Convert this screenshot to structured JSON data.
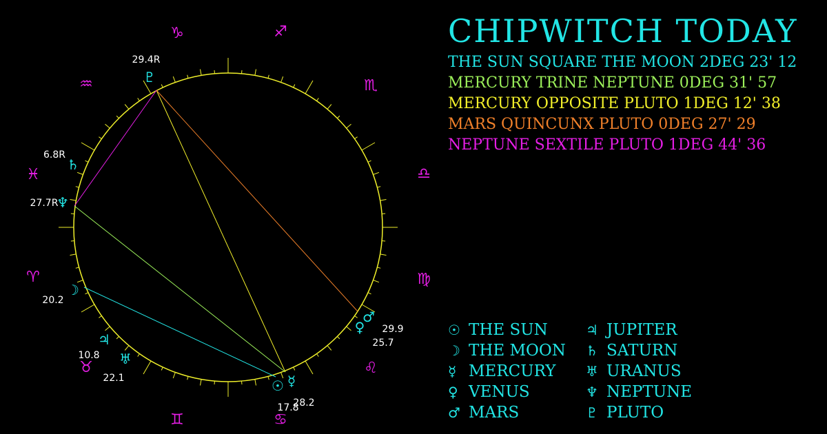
{
  "title": "CHIPWITCH TODAY",
  "aspects": [
    {
      "text": "THE SUN SQUARE THE MOON 2DEG 23' 12",
      "color": "#22e5e5"
    },
    {
      "text": "MERCURY TRINE NEPTUNE 0DEG 31' 57",
      "color": "#9cf05a"
    },
    {
      "text": "MERCURY OPPOSITE PLUTO 1DEG 12' 38",
      "color": "#f3f02a"
    },
    {
      "text": "MARS QUINCUNX PLUTO 0DEG 27' 29",
      "color": "#f0802a"
    },
    {
      "text": "NEPTUNE SEXTILE PLUTO 1DEG 44' 36",
      "color": "#e61ee6"
    }
  ],
  "legend": [
    {
      "glyph": "☉",
      "name": "THE SUN"
    },
    {
      "glyph": "☽",
      "name": "THE MOON"
    },
    {
      "glyph": "☿",
      "name": "MERCURY"
    },
    {
      "glyph": "♀",
      "name": "VENUS"
    },
    {
      "glyph": "♂",
      "name": "MARS"
    },
    {
      "glyph": "♃",
      "name": "JUPITER"
    },
    {
      "glyph": "♄",
      "name": "SATURN"
    },
    {
      "glyph": "♅",
      "name": "URANUS"
    },
    {
      "glyph": "♆",
      "name": "NEPTUNE"
    },
    {
      "glyph": "♇",
      "name": "PLUTO"
    }
  ],
  "zodiac": [
    {
      "glyph": "♑",
      "name": "capricorn"
    },
    {
      "glyph": "♐",
      "name": "sagittarius"
    },
    {
      "glyph": "♒",
      "name": "aquarius"
    },
    {
      "glyph": "♏",
      "name": "scorpio"
    },
    {
      "glyph": "♓",
      "name": "pisces"
    },
    {
      "glyph": "♎",
      "name": "libra"
    },
    {
      "glyph": "♈",
      "name": "aries"
    },
    {
      "glyph": "♍",
      "name": "virgo"
    },
    {
      "glyph": "♉",
      "name": "taurus"
    },
    {
      "glyph": "♌",
      "name": "leo"
    },
    {
      "glyph": "♊",
      "name": "gemini"
    },
    {
      "glyph": "♋",
      "name": "cancer"
    }
  ],
  "planets": [
    {
      "name": "pluto",
      "glyph": "♇",
      "degree": "29.4R"
    },
    {
      "name": "saturn",
      "glyph": "♄",
      "degree": "6.8R"
    },
    {
      "name": "neptune",
      "glyph": "♆",
      "degree": "27.7R"
    },
    {
      "name": "moon",
      "glyph": "☽",
      "degree": "20.2"
    },
    {
      "name": "jupiter",
      "glyph": "♃",
      "degree": "10.8"
    },
    {
      "name": "uranus",
      "glyph": "♅",
      "degree": "22.1"
    },
    {
      "name": "sun",
      "glyph": "☉",
      "degree": "17.8"
    },
    {
      "name": "mercury",
      "glyph": "☿",
      "degree": "28.2"
    },
    {
      "name": "venus",
      "glyph": "♀",
      "degree": "25.7"
    },
    {
      "name": "mars",
      "glyph": "♂",
      "degree": "29.9"
    }
  ],
  "colors": {
    "wheel": "#f0f02a",
    "zodiac": "#e61ee6",
    "planet": "#22e5e5",
    "degree_label": "#ffffff"
  }
}
